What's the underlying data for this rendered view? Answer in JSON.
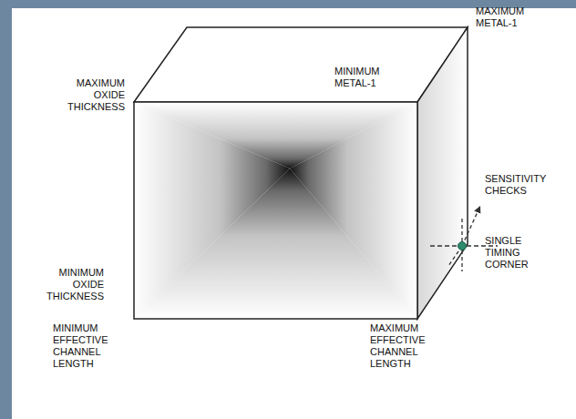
{
  "diagram": {
    "labels": [
      "MAXIMUM METAL-1",
      "MINIMUM METAL-1",
      "MAXIMUM OXIDE THICKNESS",
      "SENSITIVITY CHECKS",
      "SINGLE TIMING CORNER",
      "MINIMUM OXIDE THICKNESS",
      "MINIMUM EFFECTIVE CHANNEL LENGTH",
      "MAXIMUM EFFECTIVE CHANNEL LENGTH"
    ]
  }
}
